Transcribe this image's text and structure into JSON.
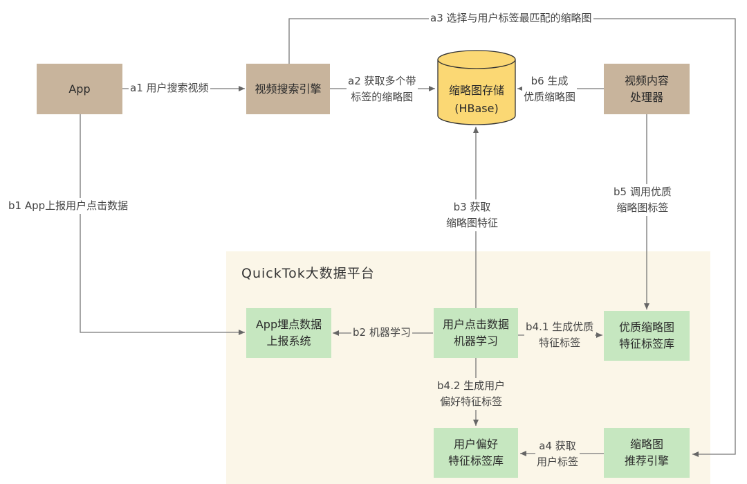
{
  "platform": {
    "title": "QuickTok大数据平台"
  },
  "nodes": {
    "app": "App",
    "search_engine": "视频搜索引擎",
    "storage": "缩略图存储\n(HBase)",
    "video_processor": "视频内容\n处理器",
    "report_system": "App埋点数据\n上报系统",
    "click_ml": "用户点击数据\n机器学习",
    "quality_tag_lib": "优质缩略图\n特征标签库",
    "pref_tag_lib": "用户偏好\n特征标签库",
    "recommend_engine": "缩略图\n推荐引擎"
  },
  "edges": {
    "a1": "a1 用户搜索视频",
    "a2": "a2 获取多个带\n标签的缩略图",
    "a3": "a3 选择与用户标签最匹配的缩略图",
    "a4": "a4 获取\n用户标签",
    "b1": "b1 App上报用户点击数据",
    "b2": "b2 机器学习",
    "b3": "b3 获取\n缩略图特征",
    "b4_1": "b4.1 生成优质\n特征标签",
    "b4_2": "b4.2 生成用户\n偏好特征标签",
    "b5": "b5 调用优质\n缩略图标签",
    "b6": "b6 生成\n优质缩略图"
  },
  "colors": {
    "brown_node": "#c8b49c",
    "green_node": "#c6e7c0",
    "cylinder": "#fbd874",
    "platform_bg": "#fbf6e8",
    "line": "#777777"
  }
}
